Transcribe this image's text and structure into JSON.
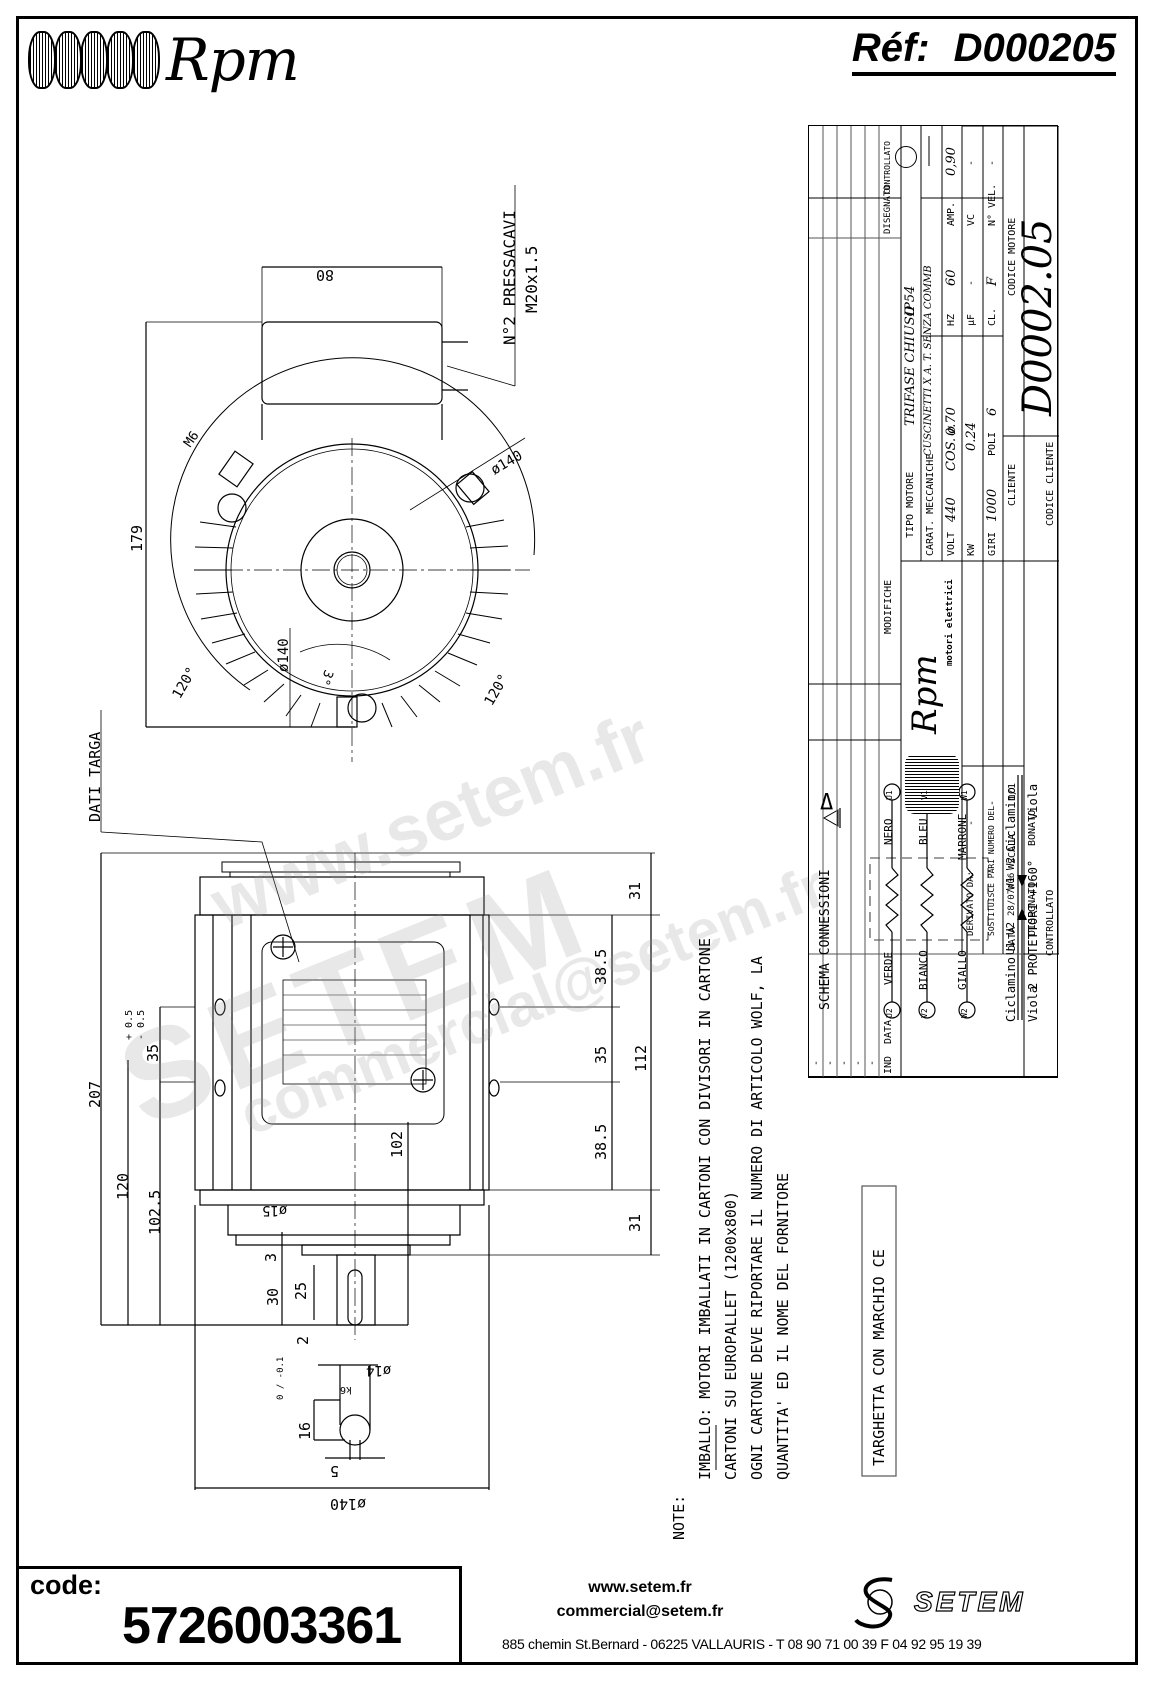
{
  "header": {
    "brand": "Rpm",
    "ref_label": "Réf:",
    "ref_value": "D000205"
  },
  "drawing": {
    "top_view": {
      "terminal_box_width": "80",
      "cable_glands": "N°2 PRESSACAVI",
      "cable_gland_thread": "M20x1.5",
      "thread_m6": "M6",
      "height_dim": "179",
      "flange_dia_1": "ø140",
      "flange_dia_2": "ø140",
      "angle_left": "120°",
      "angle_right": "120°",
      "angle_small": "3°"
    },
    "plate_label": "DATI TARGA",
    "side_view": {
      "overall_length": "207",
      "dim_120": "120",
      "dim_102_5": "102.5",
      "dim_35_left": "35",
      "tolerance_plus": "+ 0.5",
      "tolerance_minus": "- 0.5",
      "dim_102": "102",
      "dim_31_top": "31",
      "dim_38_5_top": "38.5",
      "dim_35_right": "35",
      "dim_38_5_bottom": "38.5",
      "dim_112": "112",
      "dim_31_bottom": "31",
      "spigot_dia": "ø15",
      "dim_3": "3",
      "dim_30": "30",
      "dim_25": "25",
      "dim_2": "2",
      "shaft_dia": "ø14",
      "shaft_fit": "k6",
      "key_height": "16",
      "key_tol": "0 / -0.1",
      "key_width": "5",
      "flange_dia": "ø140"
    },
    "nameplate_brand": "SETEM"
  },
  "notes": {
    "title": "NOTE:",
    "lines": [
      "IMBALLO: MOTORI IMBALLATI IN CARTONI CON DIVISORI IN CARTONE",
      "CARTONI SU EUROPALLET (1200x800)",
      "OGNI CARTONE DEVE RIPORTARE IL NUMERO DI ARTICOLO WOLF, LA",
      "QUANTITA' ED IL NOME DEL FORNITORE"
    ]
  },
  "ce_label": "TARGHETTA CON MARCHIO CE",
  "title_block": {
    "revision_header": {
      "ind": "IND",
      "data": "DATA",
      "modifiche": "MODIFICHE",
      "disegnato": "DISEGNATO",
      "controllato": "CONTROLLATO"
    },
    "revision_rows": [
      "-",
      "-",
      "-",
      "-",
      "-"
    ],
    "company": "Rpm",
    "company_sub": "motori elettrici",
    "tipo_motore_label": "TIPO MOTORE",
    "tipo_motore": "TRIFASE CHIUSO",
    "protection": "IP54",
    "carat_meccaniche_label": "CARAT. MECCANICHE",
    "carat_meccaniche": "CUSCINETTI X A. T. SENZA COMMB",
    "volt_label": "VOLT",
    "volt": "440",
    "cos_label": "COS. ø",
    "cos": "0.70",
    "hz_label": "HZ",
    "hz": "60",
    "amp_label": "AMP.",
    "amp": "0,90",
    "kw_label": "KW",
    "kw": "0.24",
    "uf_label": "µF",
    "uf": "-",
    "vc_label": "VC",
    "vc": "-",
    "giri_label": "GIRI",
    "giri": "1000",
    "poli_label": "POLI",
    "poli": "6",
    "cl_label": "CL.",
    "cl": "F",
    "nvel_label": "N° VEL.",
    "nvel": "-",
    "derivato_label": "DERIVATO DA:",
    "derivato": "-",
    "sostituisce_label": "SOSTITUISCE PARI NUMERO DEL",
    "sostituisce": "-",
    "data_label": "DATA",
    "data": "28/07/06",
    "scala_label": "SCALA",
    "scala": "1/1",
    "disegnato_label": "DISEGNATO",
    "disegnato": "BONATO",
    "controllato_label": "CONTROLLATO",
    "cliente_label": "CLIENTE",
    "codice_cliente_label": "CODICE CLIENTE",
    "codice_motore_label": "CODICE MOTORE",
    "codice_motore": "D0002.05"
  },
  "wiring": {
    "title": "SCHEMA CONNESSIONI",
    "symbol": "Δ",
    "rows": [
      {
        "start": "U2",
        "color_start": "VERDE",
        "color_end": "NERO",
        "end": "U1"
      },
      {
        "start": "V2",
        "color_start": "BIANCO",
        "color_end": "BLEU",
        "end": "V1"
      },
      {
        "start": "W2",
        "color_start": "GIALLO",
        "color_end": "MARRONE",
        "end": "W1"
      }
    ],
    "protector_left_top": "Ciclamino",
    "protector_left_bottom": "Viola",
    "protector_mid_1": "U1 U2",
    "protector_mid_2": "W1 W2",
    "protector_right_top": "Ciclamino",
    "protector_right_bottom": "Viola",
    "protector_caption": "2 PROTETTORI +160°"
  },
  "watermarks": [
    "www.setem.fr",
    "SETEM",
    "commercial@setem.fr"
  ],
  "footer": {
    "code_label": "code:",
    "code_value": "5726003361",
    "website": "www.setem.fr",
    "email": "commercial@setem.fr",
    "address": "885 chemin St.Bernard  -  06225 VALLAURIS  -  T 08 90 71 00 39   F 04 92 95 19 39",
    "brand": "SETEM"
  }
}
